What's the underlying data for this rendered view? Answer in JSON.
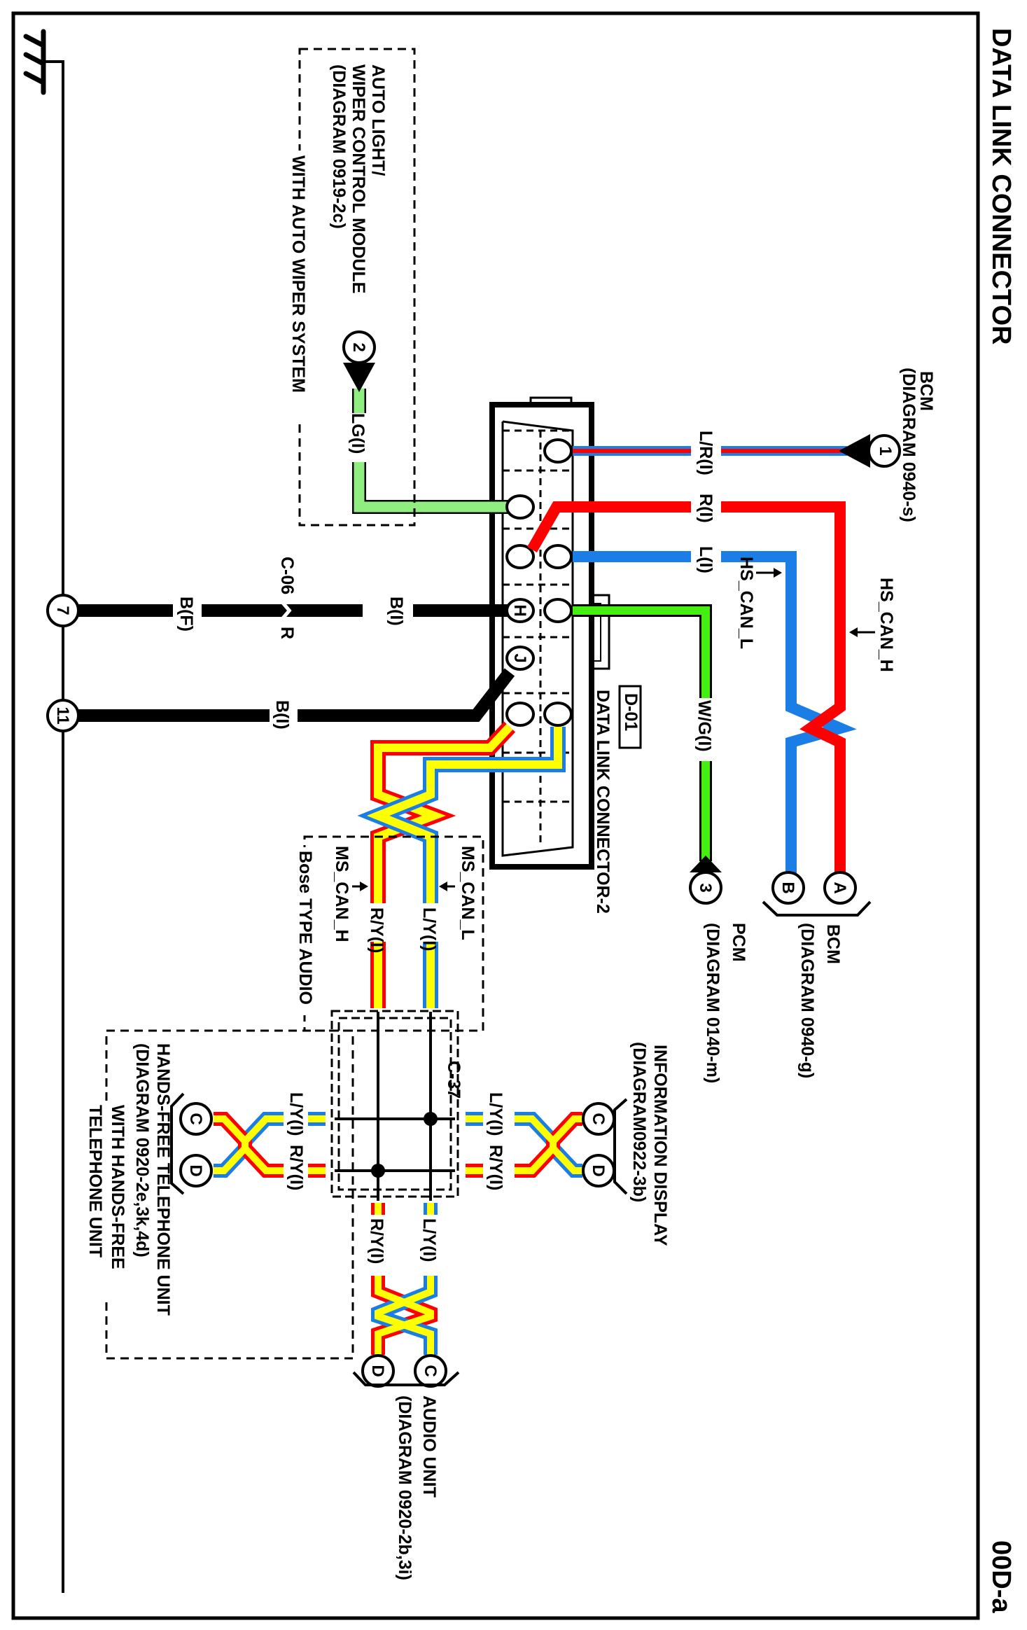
{
  "title": "DATA LINK CONNECTOR",
  "page_code": "00D-a",
  "colors": {
    "red": "#ff0000",
    "blue": "#1a7ee6",
    "green": "#44ee11",
    "light_green": "#90ee80",
    "yellow": "#ffff00",
    "black": "#000000"
  },
  "connector": {
    "id": "D-01",
    "name": "DATA LINK CONNECTOR-2",
    "pins": {
      "h": "H",
      "j": "J"
    }
  },
  "top_bcm": {
    "pin": "1",
    "name": "BCM",
    "ref": "(DIAGRAM 0940-s)",
    "wire": "L/R(I)"
  },
  "bcm_ab": {
    "pin_a": "A",
    "pin_b": "B",
    "name": "BCM",
    "ref": "(DIAGRAM 0940-g)",
    "wire_h": "R(I)",
    "wire_l": "L(I)",
    "hs_can_h": "HS_CAN_H",
    "hs_can_l": "HS_CAN_L"
  },
  "pcm": {
    "pin": "3",
    "name": "PCM",
    "ref": "(DIAGRAM 0140-m)",
    "wire": "W/G(I)"
  },
  "auto_light": {
    "pin": "2",
    "line1": "AUTO LIGHT/",
    "line2": "WIPER CONTROL MODULE",
    "ref": "(DIAGRAM 0919-2c)",
    "option": "WITH AUTO WIPER SYSTEM",
    "wire": "LG(I)"
  },
  "grounds": [
    {
      "pin": "7",
      "wire_outer": "B(F)",
      "wire_inner": "B(I)",
      "joint": "C-06",
      "joint_side": "R"
    },
    {
      "pin": "11",
      "wire": "B(I)"
    }
  ],
  "ms_can": {
    "ms_can_l": "MS_CAN_L",
    "ms_can_h": "MS_CAN_H",
    "wire_l": "L/Y(I)",
    "wire_h": "R/Y(I)",
    "option": "Bose TYPE AUDIO",
    "joint": "C-37"
  },
  "info_display": {
    "name": "INFORMATION DISPLAY",
    "ref": "(DIAGRAM0922-3b)",
    "pin_c": "C",
    "pin_d": "D",
    "wire_l": "L/Y(I)",
    "wire_h": "R/Y(I)"
  },
  "hands_free": {
    "name": "HANDS-FREE TELEPHONE UNIT",
    "ref": "(DIAGRAM 0920-2e,3k,4d)",
    "option_line1": "WITH HANDS-FREE",
    "option_line2": "TELEPHONE UNIT",
    "pin_c": "C",
    "pin_d": "D",
    "wire_l": "L/Y(I)",
    "wire_h": "R/Y(I)"
  },
  "audio_unit": {
    "name": "AUDIO UNIT",
    "ref": "(DIAGRAM 0920-2b,3i)",
    "pin_c": "C",
    "pin_d": "D",
    "wire_l": "L/Y(I)",
    "wire_h": "R/Y(I)"
  }
}
